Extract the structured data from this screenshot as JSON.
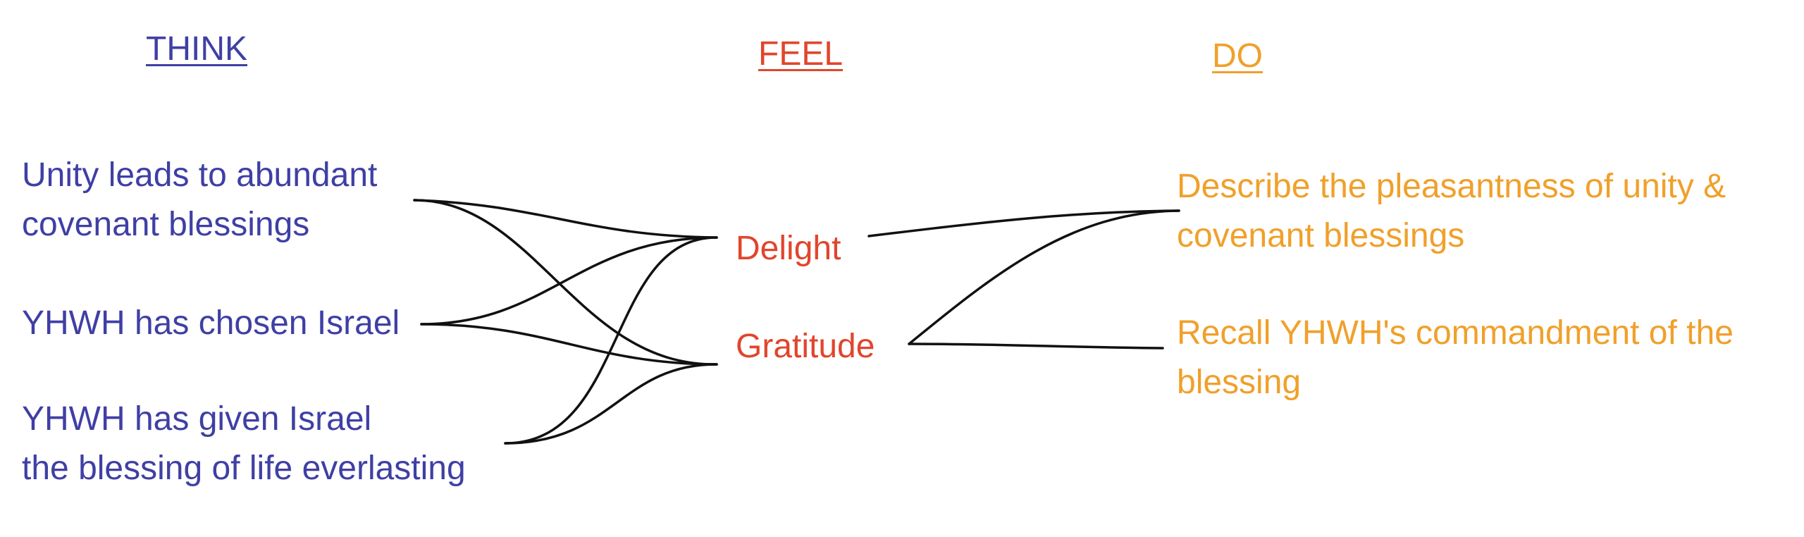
{
  "columns": {
    "think": {
      "heading": "THINK",
      "color": "#3f3fa5"
    },
    "feel": {
      "heading": "FEEL",
      "color": "#e1452c"
    },
    "do": {
      "heading": "DO",
      "color": "#f0a02a"
    }
  },
  "think_nodes": [
    {
      "lines": [
        "Unity leads to abundant",
        "covenant blessings"
      ]
    },
    {
      "lines": [
        "YHWH has chosen Israel"
      ]
    },
    {
      "lines": [
        "YHWH has given Israel",
        "the blessing of life everlasting"
      ]
    }
  ],
  "feel_nodes": [
    {
      "lines": [
        "Delight"
      ]
    },
    {
      "lines": [
        "Gratitude"
      ]
    }
  ],
  "do_nodes": [
    {
      "lines": [
        "Describe the pleasantness of unity &",
        "covenant blessings"
      ]
    },
    {
      "lines": [
        "Recall YHWH's commandment of the",
        "blessing"
      ]
    }
  ],
  "connections": [
    {
      "from": "think_nodes.0",
      "to": "feel_nodes.0"
    },
    {
      "from": "think_nodes.0",
      "to": "feel_nodes.1"
    },
    {
      "from": "think_nodes.1",
      "to": "feel_nodes.0"
    },
    {
      "from": "think_nodes.1",
      "to": "feel_nodes.1"
    },
    {
      "from": "think_nodes.2",
      "to": "feel_nodes.0"
    },
    {
      "from": "think_nodes.2",
      "to": "feel_nodes.1"
    },
    {
      "from": "feel_nodes.0",
      "to": "do_nodes.0"
    },
    {
      "from": "feel_nodes.1",
      "to": "do_nodes.0"
    },
    {
      "from": "feel_nodes.1",
      "to": "do_nodes.1"
    }
  ],
  "line_color": "#111111"
}
